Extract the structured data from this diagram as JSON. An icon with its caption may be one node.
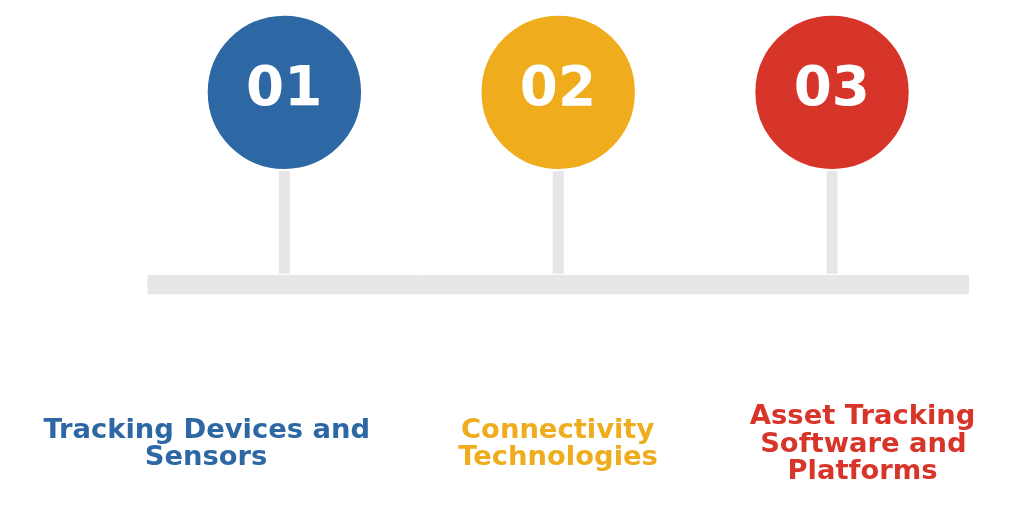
{
  "diagram": {
    "nodes": [
      {
        "text": [
          "01"
        ]
      },
      {
        "text": [
          "02"
        ]
      },
      {
        "text": [
          "03"
        ]
      },
      {
        "text": [],
        "shape": "bar"
      }
    ],
    "edges": [
      {
        "from": 0,
        "to": 3,
        "arrow": "none"
      },
      {
        "from": 1,
        "to": 3,
        "arrow": "none"
      },
      {
        "from": 2,
        "to": 3,
        "arrow": "none"
      }
    ],
    "labels": [
      "Tracking Devices and Sensors",
      "Connectivity Technologies",
      "Asset Tracking Software and Platforms"
    ]
  }
}
